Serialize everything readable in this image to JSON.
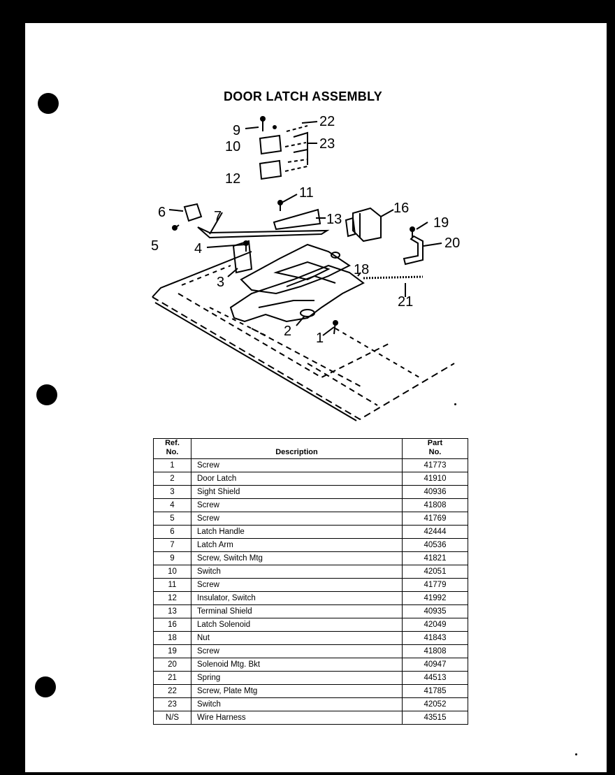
{
  "title": "DOOR LATCH ASSEMBLY",
  "diagram": {
    "callouts": [
      "9",
      "22",
      "10",
      "23",
      "12",
      "11",
      "6",
      "7",
      "13",
      "16",
      "19",
      "5",
      "4",
      "20",
      "18",
      "3",
      "21",
      "2",
      "1"
    ]
  },
  "table": {
    "headers": {
      "ref": [
        "Ref.",
        "No."
      ],
      "desc": "Description",
      "part": [
        "Part",
        "No."
      ]
    },
    "rows": [
      {
        "ref": "1",
        "desc": "Screw",
        "part": "41773"
      },
      {
        "ref": "2",
        "desc": "Door Latch",
        "part": "41910"
      },
      {
        "ref": "3",
        "desc": "Sight Shield",
        "part": "40936"
      },
      {
        "ref": "4",
        "desc": "Screw",
        "part": "41808"
      },
      {
        "ref": "5",
        "desc": "Screw",
        "part": "41769"
      },
      {
        "ref": "6",
        "desc": "Latch Handle",
        "part": "42444"
      },
      {
        "ref": "7",
        "desc": "Latch Arm",
        "part": "40536"
      },
      {
        "ref": "9",
        "desc": "Screw, Switch Mtg",
        "part": "41821"
      },
      {
        "ref": "10",
        "desc": "Switch",
        "part": "42051"
      },
      {
        "ref": "11",
        "desc": "Screw",
        "part": "41779"
      },
      {
        "ref": "12",
        "desc": "Insulator, Switch",
        "part": "41992"
      },
      {
        "ref": "13",
        "desc": "Terminal Shield",
        "part": "40935"
      },
      {
        "ref": "16",
        "desc": "Latch Solenoid",
        "part": "42049"
      },
      {
        "ref": "18",
        "desc": "Nut",
        "part": "41843"
      },
      {
        "ref": "19",
        "desc": "Screw",
        "part": "41808"
      },
      {
        "ref": "20",
        "desc": "Solenoid Mtg. Bkt",
        "part": "40947"
      },
      {
        "ref": "21",
        "desc": "Spring",
        "part": "44513"
      },
      {
        "ref": "22",
        "desc": "Screw, Plate Mtg",
        "part": "41785"
      },
      {
        "ref": "23",
        "desc": "Switch",
        "part": "42052"
      },
      {
        "ref": "N/S",
        "desc": "Wire Harness",
        "part": "43515"
      }
    ]
  }
}
